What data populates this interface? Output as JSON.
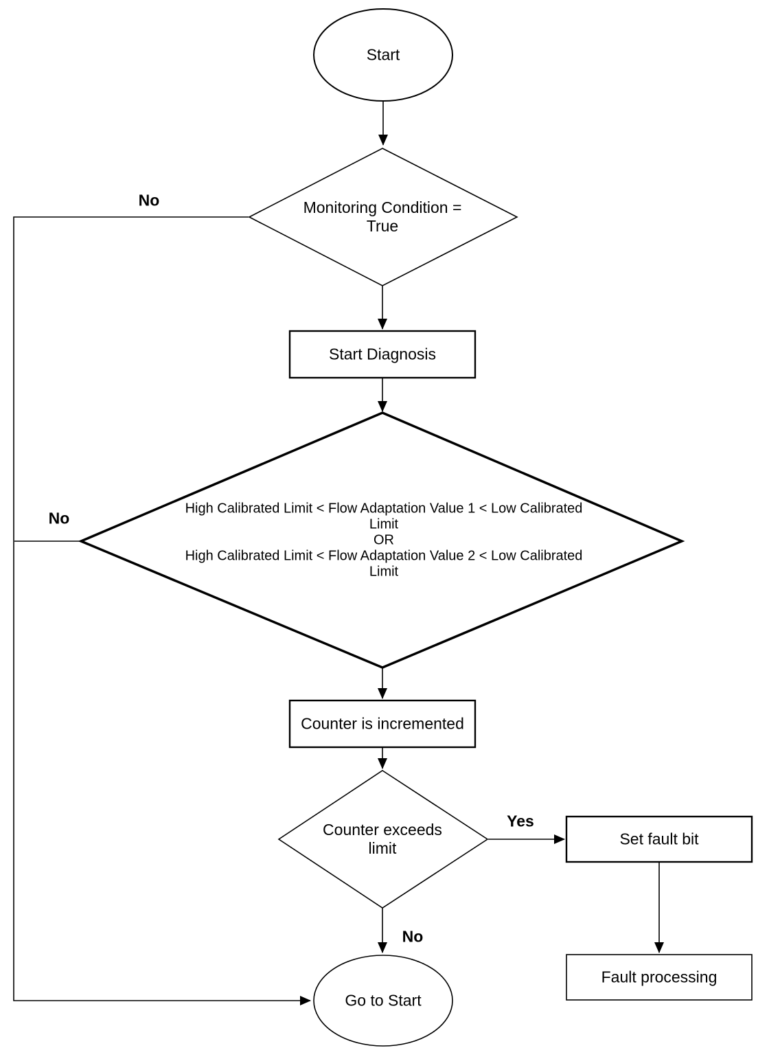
{
  "diagram": {
    "type": "flowchart",
    "background": "#ffffff",
    "line_color": "#000000",
    "nodes": {
      "start": {
        "shape": "ellipse",
        "label": "Start"
      },
      "monitoring_condition": {
        "shape": "diamond",
        "label": "Monitoring Condition =\nTrue"
      },
      "start_diagnosis": {
        "shape": "rectangle",
        "label": "Start Diagnosis"
      },
      "limit_check": {
        "shape": "diamond",
        "label": "High Calibrated Limit < Flow Adaptation Value 1 < Low Calibrated\nLimit\nOR\nHigh Calibrated Limit < Flow Adaptation Value 2 < Low Calibrated\nLimit"
      },
      "counter_incremented": {
        "shape": "rectangle",
        "label": "Counter is incremented"
      },
      "counter_exceeds_limit": {
        "shape": "diamond",
        "label": "Counter exceeds\nlimit"
      },
      "set_fault_bit": {
        "shape": "rectangle",
        "label": "Set fault bit"
      },
      "fault_processing": {
        "shape": "rectangle",
        "label": "Fault processing"
      },
      "go_to_start": {
        "shape": "ellipse",
        "label": "Go to Start"
      }
    },
    "edges": {
      "monitoring_no": {
        "from": "monitoring_condition",
        "to": "go_to_start",
        "label": "No"
      },
      "limit_check_no": {
        "from": "limit_check",
        "to": "go_to_start",
        "label": "No"
      },
      "counter_yes": {
        "from": "counter_exceeds_limit",
        "to": "set_fault_bit",
        "label": "Yes"
      },
      "counter_no": {
        "from": "counter_exceeds_limit",
        "to": "go_to_start",
        "label": "No"
      }
    }
  }
}
